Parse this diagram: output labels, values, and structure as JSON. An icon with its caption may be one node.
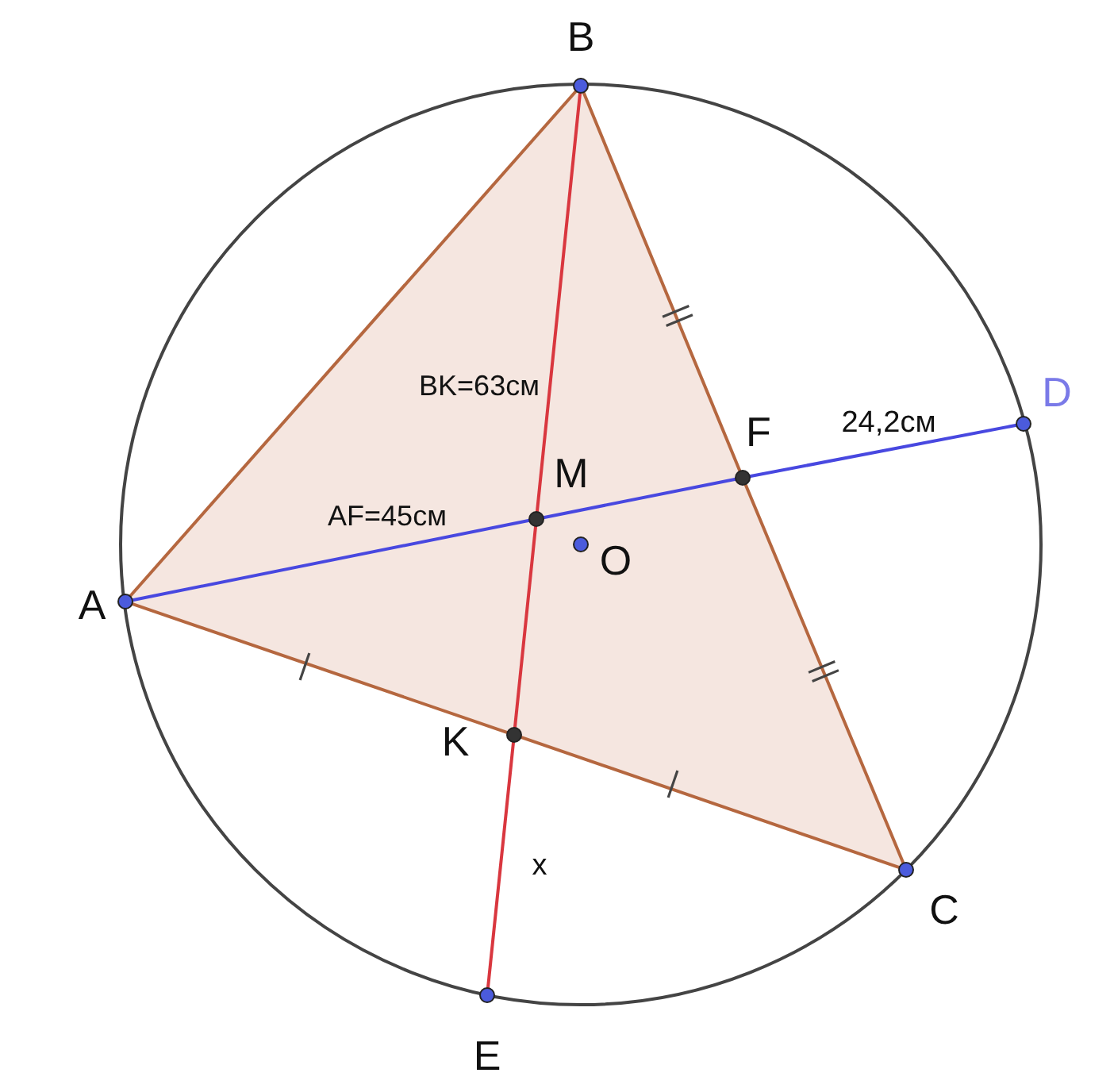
{
  "diagram": {
    "nodes": [
      {
        "text": [
          "B"
        ]
      },
      {
        "text": [
          "D"
        ]
      },
      {
        "text": [
          "F"
        ]
      },
      {
        "text": [
          "M"
        ]
      },
      {
        "text": [
          "O"
        ]
      },
      {
        "text": [
          "A"
        ]
      },
      {
        "text": [
          "K"
        ]
      },
      {
        "text": [
          "C"
        ]
      },
      {
        "text": [
          "E"
        ]
      }
    ],
    "edges": [
      {
        "from": 5,
        "to": 0,
        "arrow": "none"
      },
      {
        "from": 0,
        "to": 2,
        "arrow": "none"
      },
      {
        "from": 2,
        "to": 7,
        "arrow": "none"
      },
      {
        "from": 5,
        "to": 6,
        "arrow": "none"
      },
      {
        "from": 6,
        "to": 7,
        "arrow": "none"
      },
      {
        "from": 0,
        "to": 3,
        "arrow": "none",
        "color": "#d9373f"
      },
      {
        "from": 3,
        "to": 6,
        "arrow": "none",
        "color": "#d9373f"
      },
      {
        "from": 6,
        "to": 8,
        "label": "x",
        "arrow": "none",
        "color": "#d9373f"
      },
      {
        "from": 5,
        "to": 3,
        "arrow": "none",
        "color": "#4848e0"
      },
      {
        "from": 3,
        "to": 2,
        "arrow": "none",
        "color": "#4848e0"
      },
      {
        "from": 2,
        "to": 1,
        "label": "24,2см",
        "arrow": "none",
        "color": "#4848e0"
      }
    ],
    "labels": [
      "BK=63см",
      "AF=45см"
    ]
  }
}
